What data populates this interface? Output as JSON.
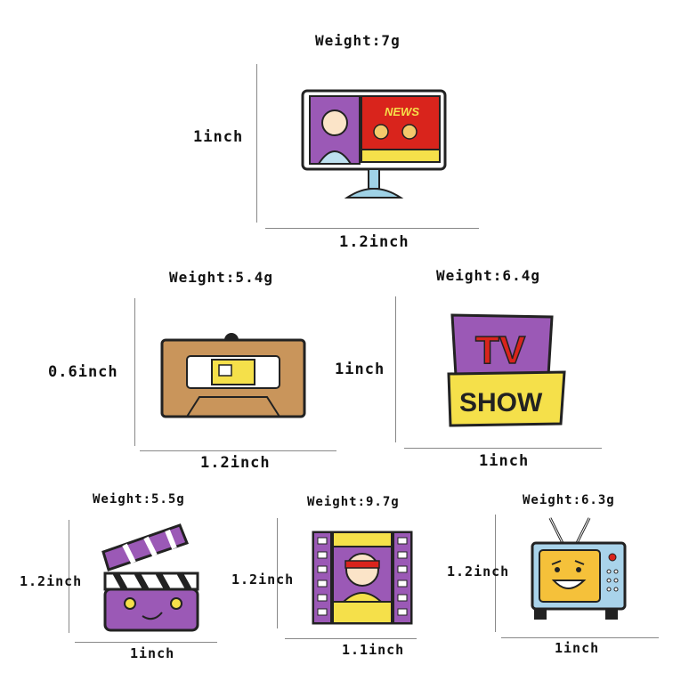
{
  "pins": [
    {
      "id": "news_tv",
      "weight": "Weight:7g",
      "height": "1inch",
      "width": "1.2inch",
      "screen_text": "NEWS"
    },
    {
      "id": "cassette",
      "weight": "Weight:5.4g",
      "height": "0.6inch",
      "width": "1.2inch"
    },
    {
      "id": "tv_show",
      "weight": "Weight:6.4g",
      "height": "1inch",
      "width": "1inch",
      "sign_text": [
        "TV",
        "SHOW"
      ]
    },
    {
      "id": "clapperboard",
      "weight": "Weight:5.5g",
      "height": "1.2inch",
      "width": "1inch"
    },
    {
      "id": "film_strip",
      "weight": "Weight:9.7g",
      "height": "1.2inch",
      "width": "1.1inch"
    },
    {
      "id": "retro_tv",
      "weight": "Weight:6.3g",
      "height": "1.2inch",
      "width": "1inch"
    }
  ],
  "colors": {
    "purple": "#9b59b6",
    "red": "#d9241c",
    "yellow": "#f5e04a",
    "tan": "#c9955b",
    "blue": "#9fd2e6",
    "lightblue": "#a9d3ea"
  }
}
